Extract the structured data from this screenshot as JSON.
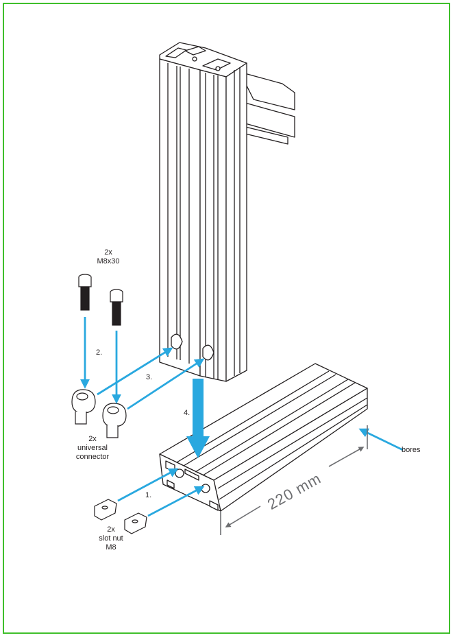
{
  "labels": {
    "screw": [
      "2x",
      "M8x30"
    ],
    "connector": [
      "2x",
      "universal",
      "connector"
    ],
    "slot_nut": [
      "2x",
      "slot nut",
      "M8"
    ],
    "bores": "bores"
  },
  "steps": [
    "1.",
    "2.",
    "3.",
    "4."
  ],
  "dimension": "220 mm",
  "colors": {
    "frame": "#3fbf2b",
    "arrow": "#29a8df",
    "line": "#231f20",
    "dimension": "#6d6e71"
  }
}
